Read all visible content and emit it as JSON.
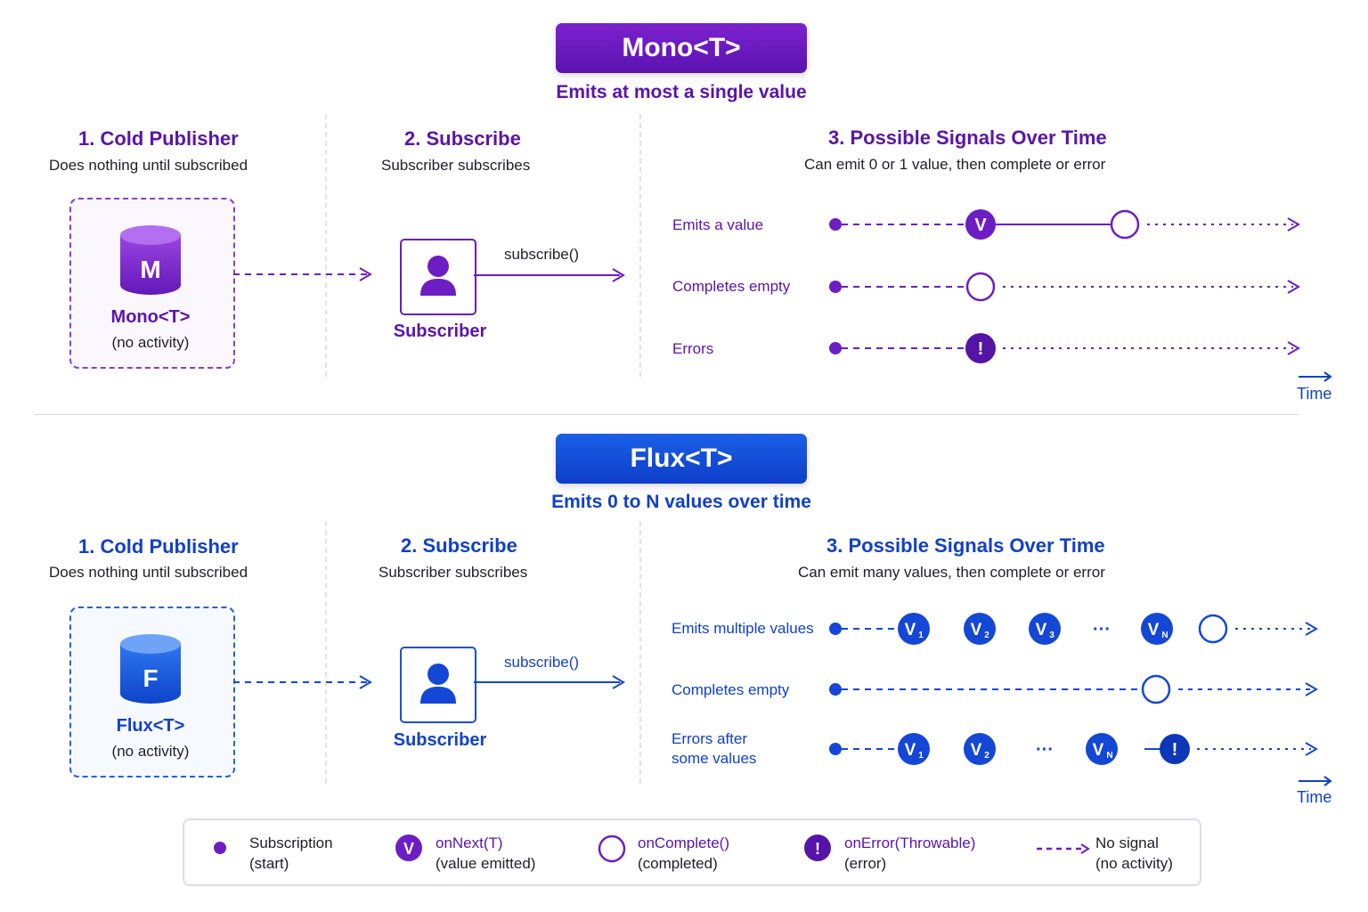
{
  "mono": {
    "badge": "Mono<T>",
    "subtitle": "Emits at most a single value",
    "col1": {
      "title": "1. Cold Publisher",
      "desc": "Does nothing until subscribed"
    },
    "col2": {
      "title": "2. Subscribe",
      "desc": "Subscriber subscribes"
    },
    "col3": {
      "title": "3. Possible Signals Over Time",
      "desc": "Can emit 0 or 1 value, then complete or error"
    },
    "publisher": {
      "icon_letter": "M",
      "name": "Mono<T>",
      "note": "(no activity)"
    },
    "subscriber": {
      "label": "Subscriber",
      "call": "subscribe()"
    },
    "rows": [
      {
        "label": "Emits a value",
        "value_marker": "V"
      },
      {
        "label": "Completes empty"
      },
      {
        "label": "Errors",
        "error_marker": "!"
      }
    ],
    "time_label": "Time"
  },
  "flux": {
    "badge": "Flux<T>",
    "subtitle": "Emits 0 to N values over time",
    "col1": {
      "title": "1. Cold Publisher",
      "desc": "Does nothing until subscribed"
    },
    "col2": {
      "title": "2. Subscribe",
      "desc": "Subscriber subscribes"
    },
    "col3": {
      "title": "3. Possible Signals Over Time",
      "desc": "Can emit many values, then complete or error"
    },
    "publisher": {
      "icon_letter": "F",
      "name": "Flux<T>",
      "note": "(no activity)"
    },
    "subscriber": {
      "label": "Subscriber",
      "call": "subscribe()"
    },
    "rows": [
      {
        "label": "Emits multiple values",
        "markers": [
          {
            "main": "V",
            "sub": "1"
          },
          {
            "main": "V",
            "sub": "2"
          },
          {
            "main": "V",
            "sub": "3"
          },
          {
            "main": "V",
            "sub": "N"
          }
        ],
        "ellipsis": "···"
      },
      {
        "label": "Completes empty"
      },
      {
        "label_line1": "Errors after",
        "label_line2": "some values",
        "markers": [
          {
            "main": "V",
            "sub": "1"
          },
          {
            "main": "V",
            "sub": "2"
          },
          {
            "main": "V",
            "sub": "N"
          }
        ],
        "ellipsis": "···",
        "error_marker": "!"
      }
    ],
    "time_label": "Time"
  },
  "legend": {
    "items": [
      {
        "icon": "filled-dot-icon",
        "title": "Subscription",
        "detail": "(start)"
      },
      {
        "icon": "value-circle-icon",
        "marker": "V",
        "title": "onNext(T)",
        "detail": "(value emitted)"
      },
      {
        "icon": "hollow-circle-icon",
        "title": "onComplete()",
        "detail": "(completed)"
      },
      {
        "icon": "error-circle-icon",
        "marker": "!",
        "title": "onError(Throwable)",
        "detail": "(error)"
      },
      {
        "icon": "dashed-arrow-icon",
        "title": "No signal",
        "detail": "(no activity)"
      }
    ]
  },
  "colors": {
    "mono_accent": "#6d1dc4",
    "mono_text": "#5a14aa",
    "flux_accent": "#1447d6",
    "flux_text": "#1140c8"
  }
}
